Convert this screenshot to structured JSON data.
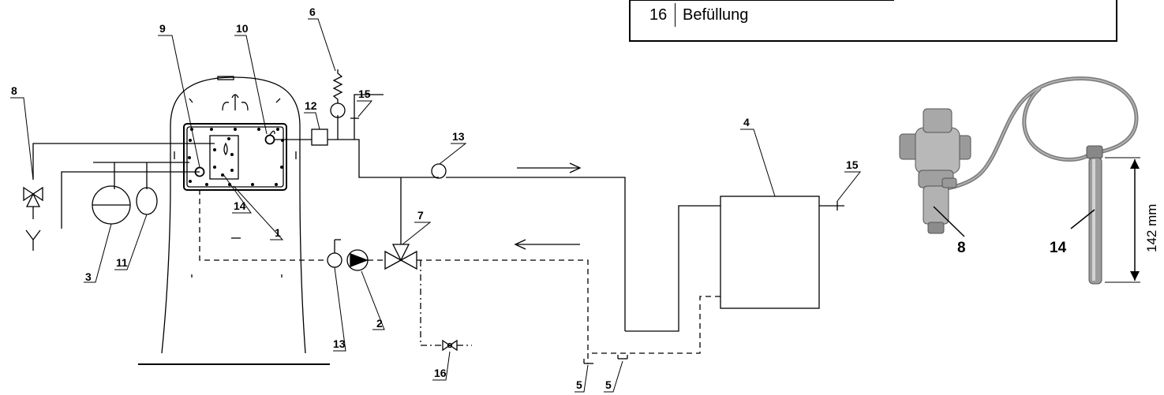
{
  "legend": {
    "number": "16",
    "text": "Befüllung"
  },
  "callouts": {
    "c1": "1",
    "c2": "2",
    "c3": "3",
    "c4": "4",
    "c5a": "5",
    "c5b": "5",
    "c6": "6",
    "c7": "7",
    "c8": "8",
    "c9": "9",
    "c10": "10",
    "c11": "11",
    "c12": "12",
    "c13a": "13",
    "c13b": "13",
    "c14": "14",
    "c15a": "15",
    "c15b": "15",
    "c16": "16"
  },
  "photo": {
    "label_valve": "8",
    "label_sensor": "14",
    "dimension": "142 mm"
  }
}
